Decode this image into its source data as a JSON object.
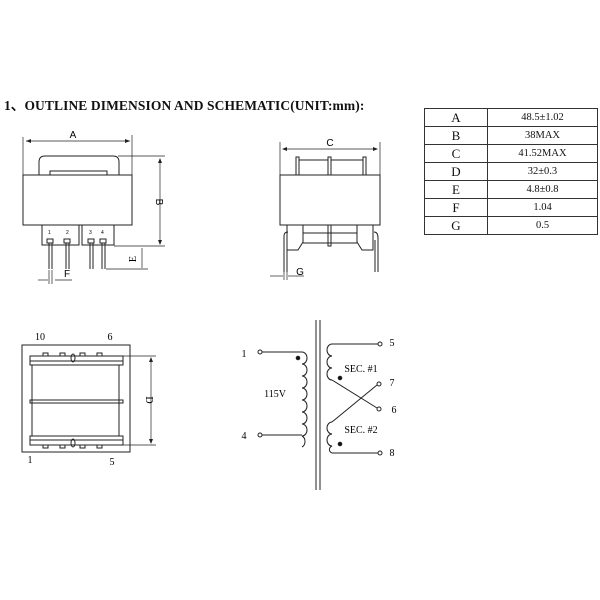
{
  "heading": "1、OUTLINE DIMENSION AND SCHEMATIC(UNIT:mm):",
  "dimensions_table": {
    "rows": [
      {
        "key": "A",
        "value": "48.5±1.02"
      },
      {
        "key": "B",
        "value": "38MAX"
      },
      {
        "key": "C",
        "value": "41.52MAX"
      },
      {
        "key": "D",
        "value": "32±0.3"
      },
      {
        "key": "E",
        "value": "4.8±0.8"
      },
      {
        "key": "F",
        "value": "1.04"
      },
      {
        "key": "G",
        "value": "0.5"
      }
    ]
  },
  "front_view": {
    "dim_width": "A",
    "dim_height": "B",
    "dim_pin_length": "E",
    "dim_pin_width": "F",
    "pin_labels": [
      "1",
      "2",
      "3",
      "4"
    ]
  },
  "side_view": {
    "dim_width": "C",
    "dim_pin_thickness": "G"
  },
  "bottom_view": {
    "dim_depth": "D",
    "corner_labels": {
      "top_left": "10",
      "top_right": "6",
      "bottom_left": "1",
      "bottom_right": "5"
    }
  },
  "schematic": {
    "primary": {
      "label": "115V",
      "pin_top": "1",
      "pin_bottom": "4"
    },
    "secondary1": {
      "label": "SEC. #1",
      "pin_top": "5",
      "pin_cross": "6"
    },
    "secondary2": {
      "label": "SEC. #2",
      "pin_cross": "7",
      "pin_bottom": "8"
    }
  }
}
